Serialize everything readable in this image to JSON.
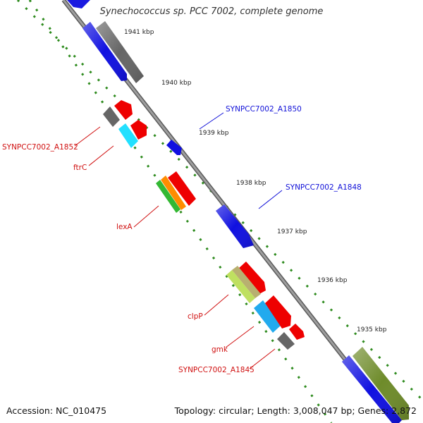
{
  "title": "Synechococcus sp. PCC 7002, complete genome",
  "footer": {
    "accession": "Accession: NC_010475",
    "summary": "Topology: circular; Length: 3,008,047 bp; Genes: 2,872"
  },
  "colors": {
    "backbone": "#8a8a8a",
    "tick": "#2e8b1e",
    "label_blue": "#1010d8",
    "label_red": "#d01010",
    "kbp_text": "#222222"
  },
  "kbp_labels": [
    "1941 kbp",
    "1940 kbp",
    "1939 kbp",
    "1938 kbp",
    "1937 kbp",
    "1936 kbp",
    "1935 kbp"
  ],
  "gene_labels": [
    "SYNPCC7002_A1850",
    "SYNPCC7002_A1848",
    "SYNPCC7002_A1852",
    "ftrC",
    "lexA",
    "clpP",
    "gmk",
    "SYNPCC7002_A1845"
  ]
}
